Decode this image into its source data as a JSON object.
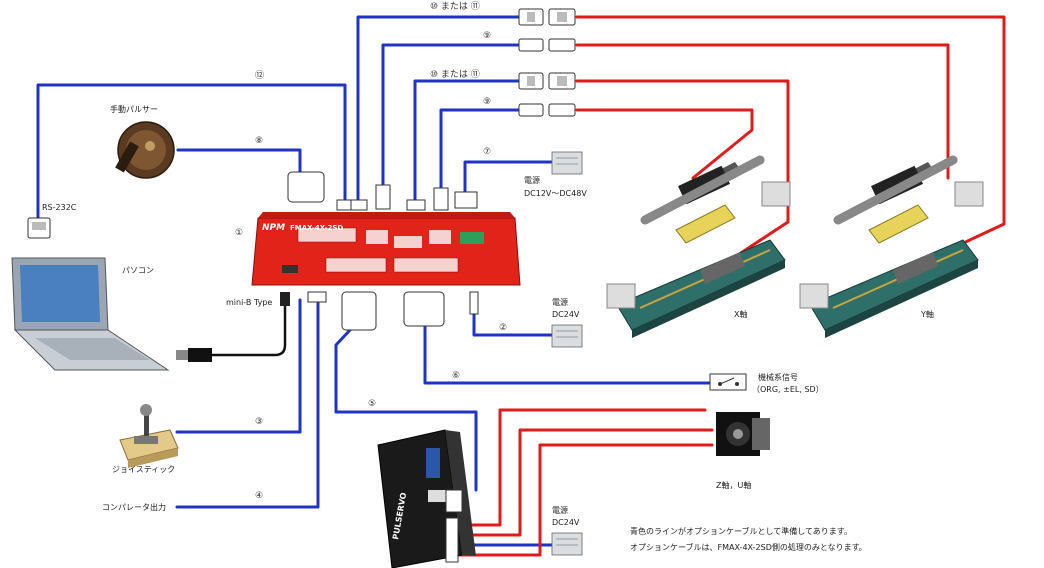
{
  "labels": {
    "handwheel": "手動パルサー",
    "rs232c": "RS-232C",
    "pc": "パソコン",
    "usb": "mini-B Type",
    "joystick": "ジョイスティック",
    "comparator": "コンパレータ出力",
    "psu1_title": "電源",
    "psu1_volt": "DC12V～DC48V",
    "psu2_title": "電源",
    "psu2_volt": "DC24V",
    "psu3_title": "電源",
    "psu3_volt": "DC24V",
    "mech_signal": "機械系信号",
    "mech_signal_detail": "（ORG, ±EL, SD）",
    "x_axis": "X軸",
    "y_axis": "Y軸",
    "zu_axis": "Z軸，U軸",
    "note1": "青色のラインがオプションケーブルとして準備してあります。",
    "note2": "オプションケーブルは、FMAX-4X-2SD側の処理のみとなります。",
    "controller_brand": "NPM",
    "controller_model": "FMAX-4X-2SD",
    "driver_brand": "PULSERVO"
  },
  "numbers": {
    "n1": "①",
    "n2": "②",
    "n3": "③",
    "n4": "④",
    "n5": "⑤",
    "n6": "⑥",
    "n7": "⑦",
    "n8": "⑧",
    "n9a": "⑨",
    "n9b": "⑨",
    "n10a": "⑩ または ⑪",
    "n10b": "⑩ または ⑪",
    "n12": "⑫"
  },
  "colors": {
    "option_cable": "#1f33c8",
    "motor_cable": "#e01b1b",
    "controller_body": "#e2231a"
  }
}
